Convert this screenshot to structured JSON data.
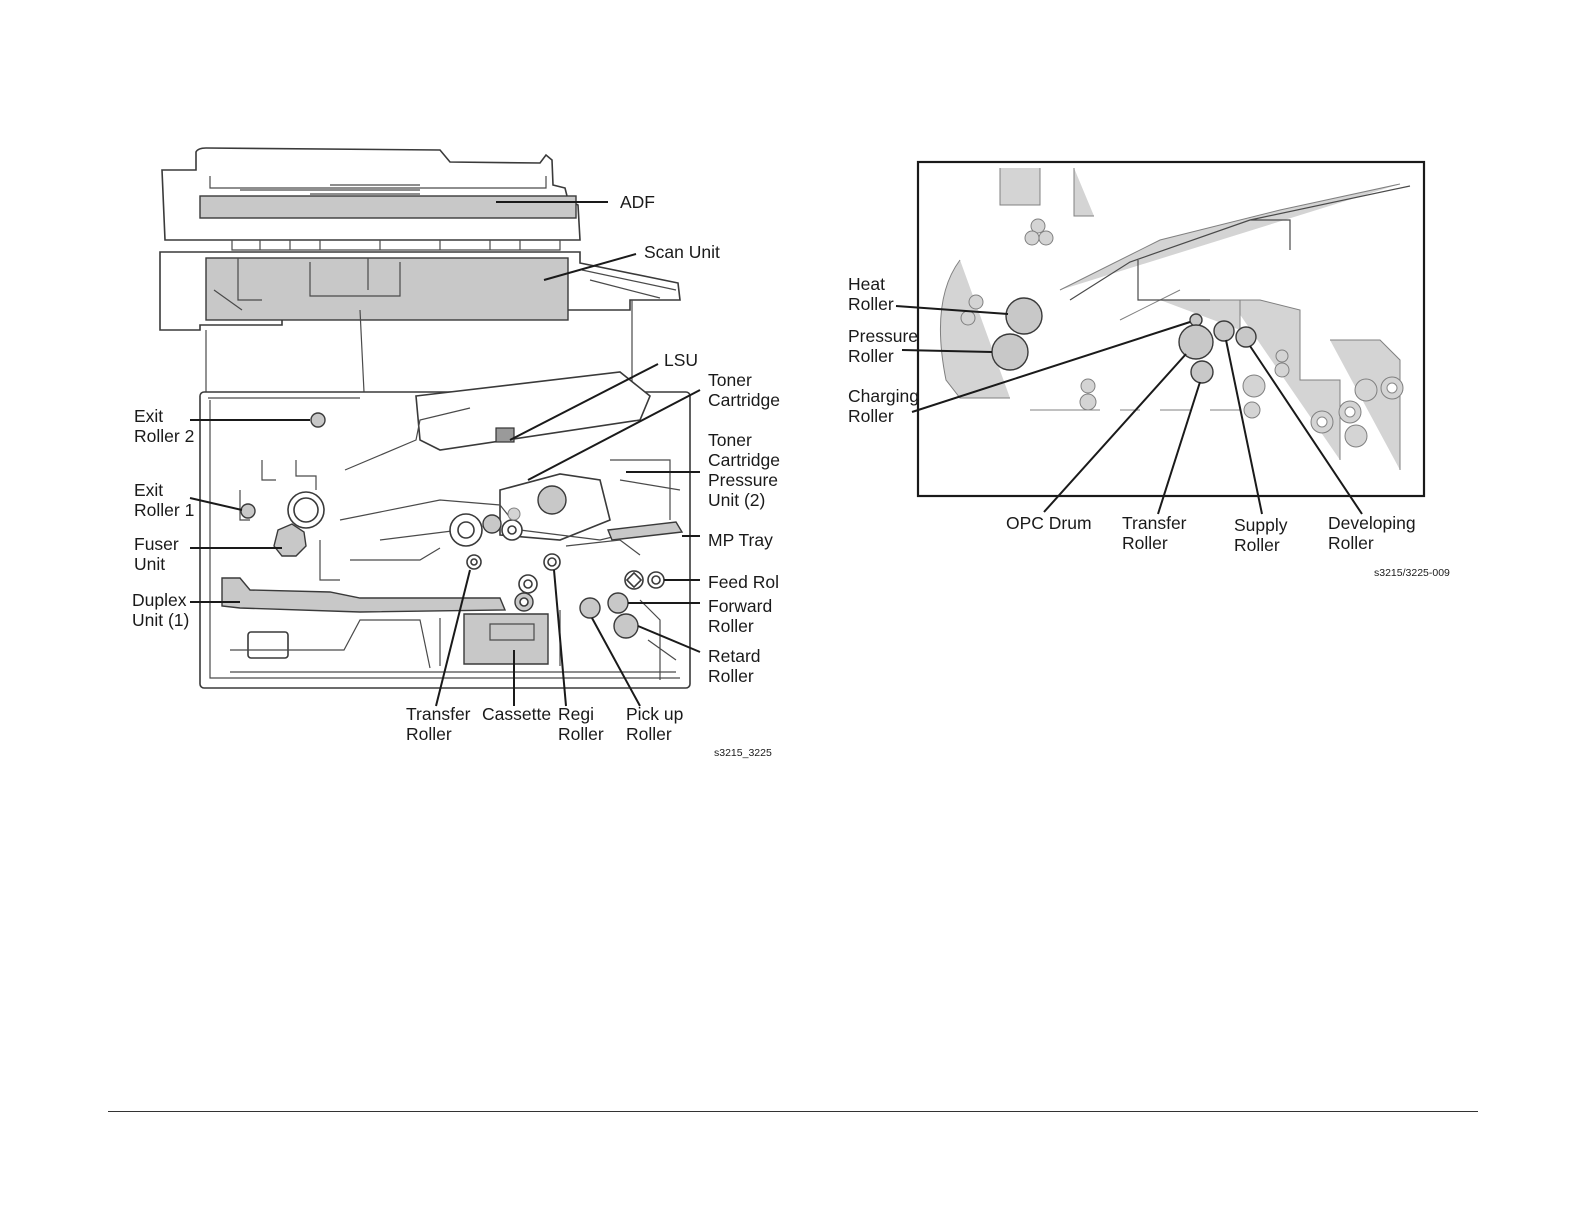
{
  "left_diagram": {
    "labels": {
      "adf": "ADF",
      "scan_unit": "Scan Unit",
      "lsu": "LSU",
      "toner_cartridge_1": "Toner",
      "toner_cartridge_2": "Cartridge",
      "tc_pressure_1": "Toner",
      "tc_pressure_2": "Cartridge",
      "tc_pressure_3": "Pressure",
      "tc_pressure_4": "Unit (2)",
      "exit_roller2_1": "Exit",
      "exit_roller2_2": "Roller 2",
      "exit_roller1_1": "Exit",
      "exit_roller1_2": "Roller 1",
      "fuser_1": "Fuser",
      "fuser_2": "Unit",
      "duplex_1": "Duplex",
      "duplex_2": "Unit (1)",
      "mp_tray": "MP Tray",
      "feed_roller": "Feed Rol",
      "forward_1": "Forward",
      "forward_2": "Roller",
      "retard_1": "Retard",
      "retard_2": "Roller",
      "transfer_1": "Transfer",
      "transfer_2": "Roller",
      "cassette": "Cassette",
      "regi_1": "Regi",
      "regi_2": "Roller",
      "pickup_1": "Pick up",
      "pickup_2": "Roller"
    },
    "figure_id": "s3215_3225"
  },
  "right_diagram": {
    "labels": {
      "heat_1": "Heat",
      "heat_2": "Roller",
      "pressure_1": "Pressure",
      "pressure_2": "Roller",
      "charging_1": "Charging",
      "charging_2": "Roller",
      "opc_drum": "OPC Drum",
      "transfer_1": "Transfer",
      "transfer_2": "Roller",
      "supply_1": "Supply",
      "supply_2": "Roller",
      "developing_1": "Developing",
      "developing_2": "Roller"
    },
    "figure_id": "s3215/3225-009"
  }
}
